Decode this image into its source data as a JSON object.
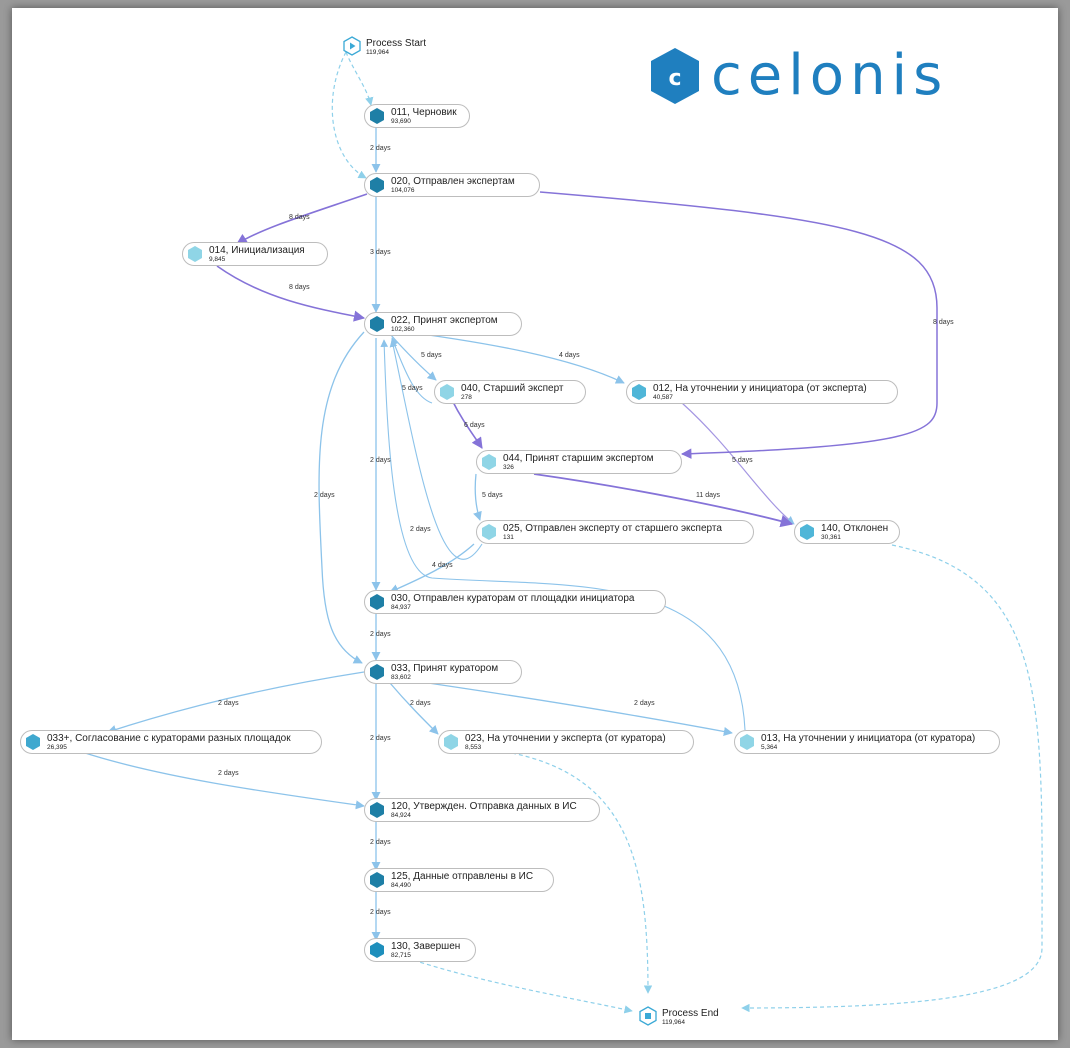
{
  "logo": {
    "text": "celonis",
    "mark": "C"
  },
  "colors": {
    "primary": "#1e7fa6",
    "light": "#8fd5e6",
    "edge_light": "#8cc3ea",
    "edge_purple": "#8573d8",
    "edge_dashed": "#8ed0ea"
  },
  "nodes": {
    "start": {
      "title": "Process Start",
      "count": "119,964"
    },
    "n011": {
      "title": "011, Черновик",
      "count": "93,690"
    },
    "n020": {
      "title": "020, Отправлен экспертам",
      "count": "104,076"
    },
    "n014": {
      "title": "014, Инициализация",
      "count": "9,845"
    },
    "n022": {
      "title": "022, Принят экспертом",
      "count": "102,360"
    },
    "n040": {
      "title": "040, Старший эксперт",
      "count": "278"
    },
    "n012": {
      "title": "012, На уточнении у инициатора (от эксперта)",
      "count": "40,587"
    },
    "n044": {
      "title": "044, Принят старшим экспертом",
      "count": "326"
    },
    "n025": {
      "title": "025, Отправлен эксперту от старшего эксперта",
      "count": "131"
    },
    "n140": {
      "title": "140, Отклонен",
      "count": "30,361"
    },
    "n030": {
      "title": "030, Отправлен кураторам от площадки инициатора",
      "count": "84,937"
    },
    "n033": {
      "title": "033, Принят куратором",
      "count": "83,602"
    },
    "n033p": {
      "title": "033+, Согласование с кураторами разных площадок",
      "count": "26,395"
    },
    "n023": {
      "title": "023, На уточнении у эксперта (от куратора)",
      "count": "8,553"
    },
    "n013": {
      "title": "013, На уточнении у инициатора (от куратора)",
      "count": "5,364"
    },
    "n120": {
      "title": "120, Утвержден. Отправка данных в ИС",
      "count": "84,924"
    },
    "n125": {
      "title": "125, Данные отправлены в ИС",
      "count": "84,490"
    },
    "n130": {
      "title": "130, Завершен",
      "count": "82,715"
    },
    "end": {
      "title": "Process End",
      "count": "119,964"
    }
  },
  "edge_labels": {
    "e011_020": "2 days",
    "e020_014": "8 days",
    "e020_022": "3 days",
    "e020_044": "8 days",
    "e014_022": "8 days",
    "e022_040": "5 days",
    "e022_012": "4 days",
    "e040_022": "5 days",
    "e040_044": "6 days",
    "e022_030": "2 days",
    "e022_033": "2 days",
    "e012_140": "5 days",
    "e044_025": "5 days",
    "e044_140": "11 days",
    "e025_022": "2 days",
    "e025_030": "4 days",
    "e030_033": "2 days",
    "e033_033p": "2 days",
    "e033_023": "2 days",
    "e033_013": "2 days",
    "e033_120": "2 days",
    "e033p_120": "2 days",
    "e120_125": "2 days",
    "e125_130": "2 days"
  }
}
